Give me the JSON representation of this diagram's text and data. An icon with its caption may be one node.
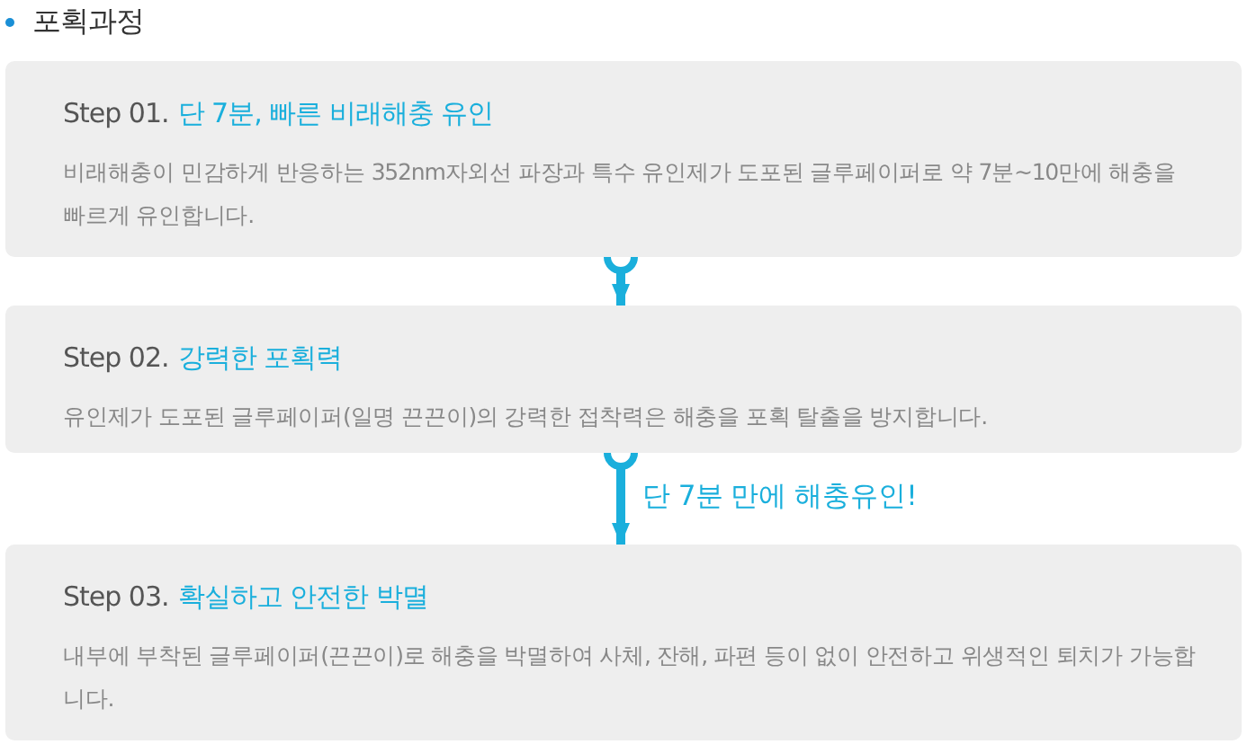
{
  "diagram": {
    "title": "포획과정",
    "nodes": [
      {
        "text": [
          "Step 01.",
          "단 7분, 빠른 비래해충 유인",
          "비래해충이 민감하게 반응하는 352nm자외선 파장과 특수 유인제가 도포된 글루페이퍼로 약 7분~10만에 해충을 빠르게 유인합니다."
        ]
      },
      {
        "text": [
          "Step 02.",
          "강력한 포획력",
          "유인제가 도포된 글루페이퍼(일명 끈끈이)의 강력한 접착력은 해충을 포획 탈출을 방지합니다."
        ]
      },
      {
        "text": [
          "Step 03.",
          "확실하고 안전한 박멸",
          "내부에 부착된 글루페이퍼(끈끈이)로 해충을 박멸하여 사체, 잔해, 파편 등이 없이 안전하고 위생적인 퇴치가 가능합니다."
        ]
      }
    ],
    "edges": [
      {
        "from": 0,
        "to": 1,
        "arrow": "to"
      },
      {
        "from": 1,
        "to": 2,
        "arrow": "to",
        "label": "단 7분 만에 해충유인!"
      }
    ]
  }
}
